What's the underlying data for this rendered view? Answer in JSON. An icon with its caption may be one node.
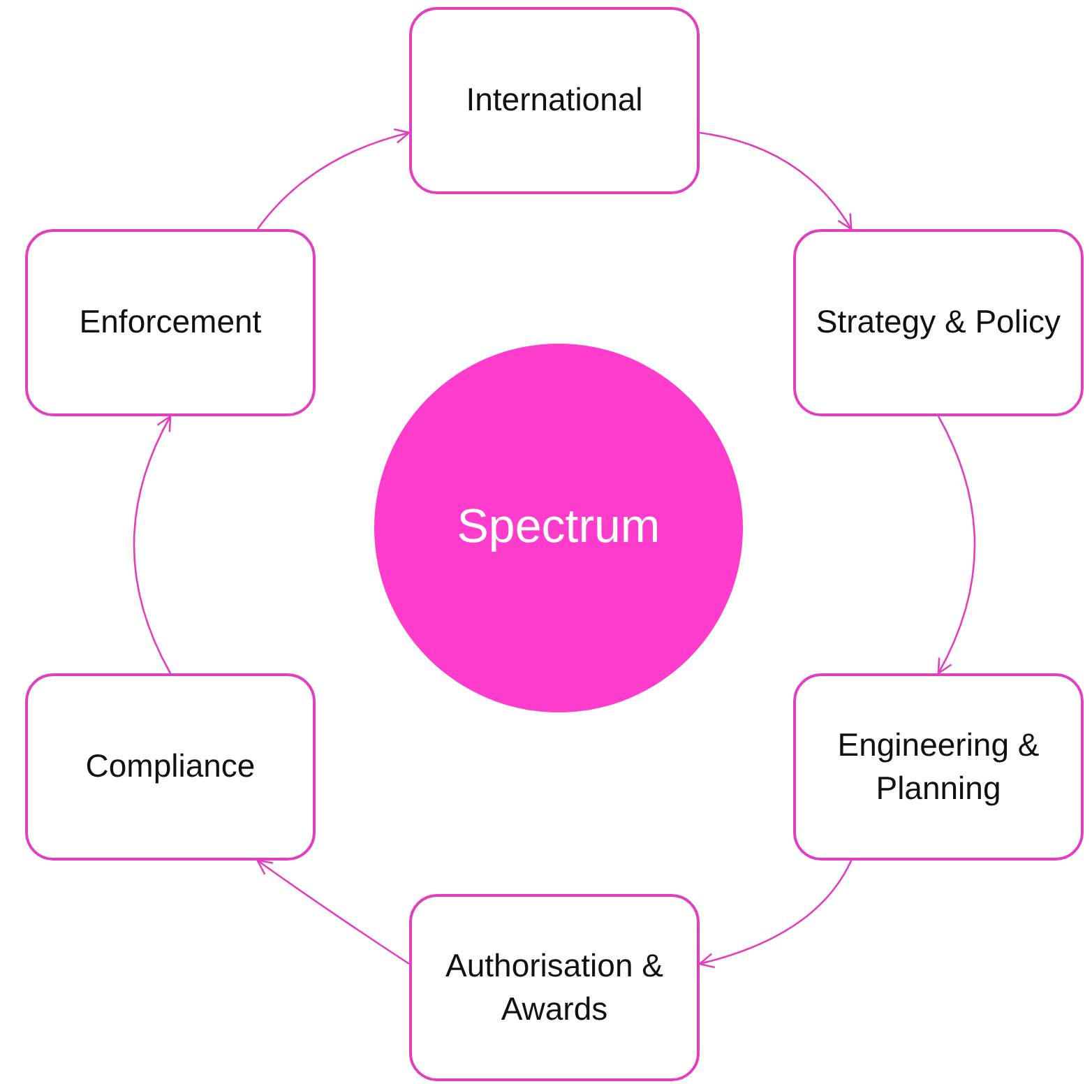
{
  "diagram": {
    "nodes": [
      {
        "text": [
          "Spectrum"
        ]
      },
      {
        "text": [
          "International"
        ]
      },
      {
        "text": [
          "Strategy & Policy"
        ]
      },
      {
        "text": [
          "Engineering & Planning"
        ]
      },
      {
        "text": [
          "Authorisation & Awards"
        ]
      },
      {
        "text": [
          "Compliance"
        ]
      },
      {
        "text": [
          "Enforcement"
        ]
      }
    ],
    "edges": [
      {
        "from": 1,
        "to": 2,
        "arrow": "to"
      },
      {
        "from": 2,
        "to": 3,
        "arrow": "to"
      },
      {
        "from": 3,
        "to": 4,
        "arrow": "to"
      },
      {
        "from": 4,
        "to": 5,
        "arrow": "to"
      },
      {
        "from": 5,
        "to": 6,
        "arrow": "to"
      },
      {
        "from": 6,
        "to": 1,
        "arrow": "to"
      }
    ]
  }
}
